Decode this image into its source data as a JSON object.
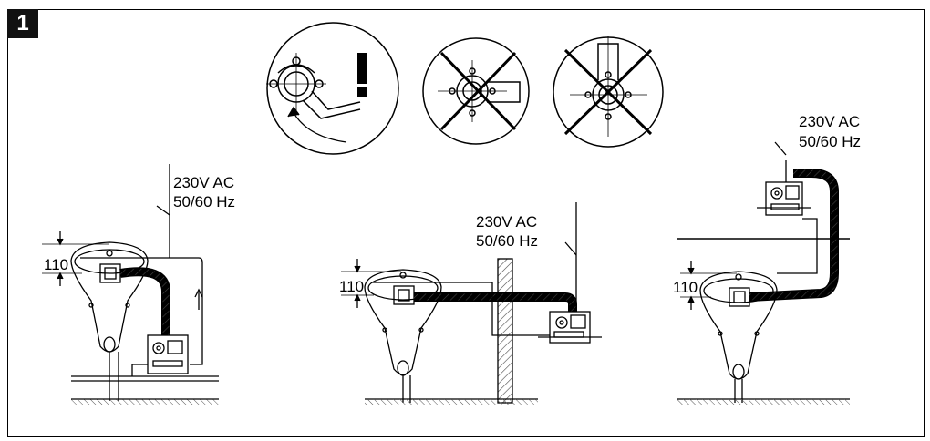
{
  "figure": {
    "number": "1",
    "voltage": "230V AC",
    "frequency": "50/60 Hz",
    "height_mm": "110"
  }
}
